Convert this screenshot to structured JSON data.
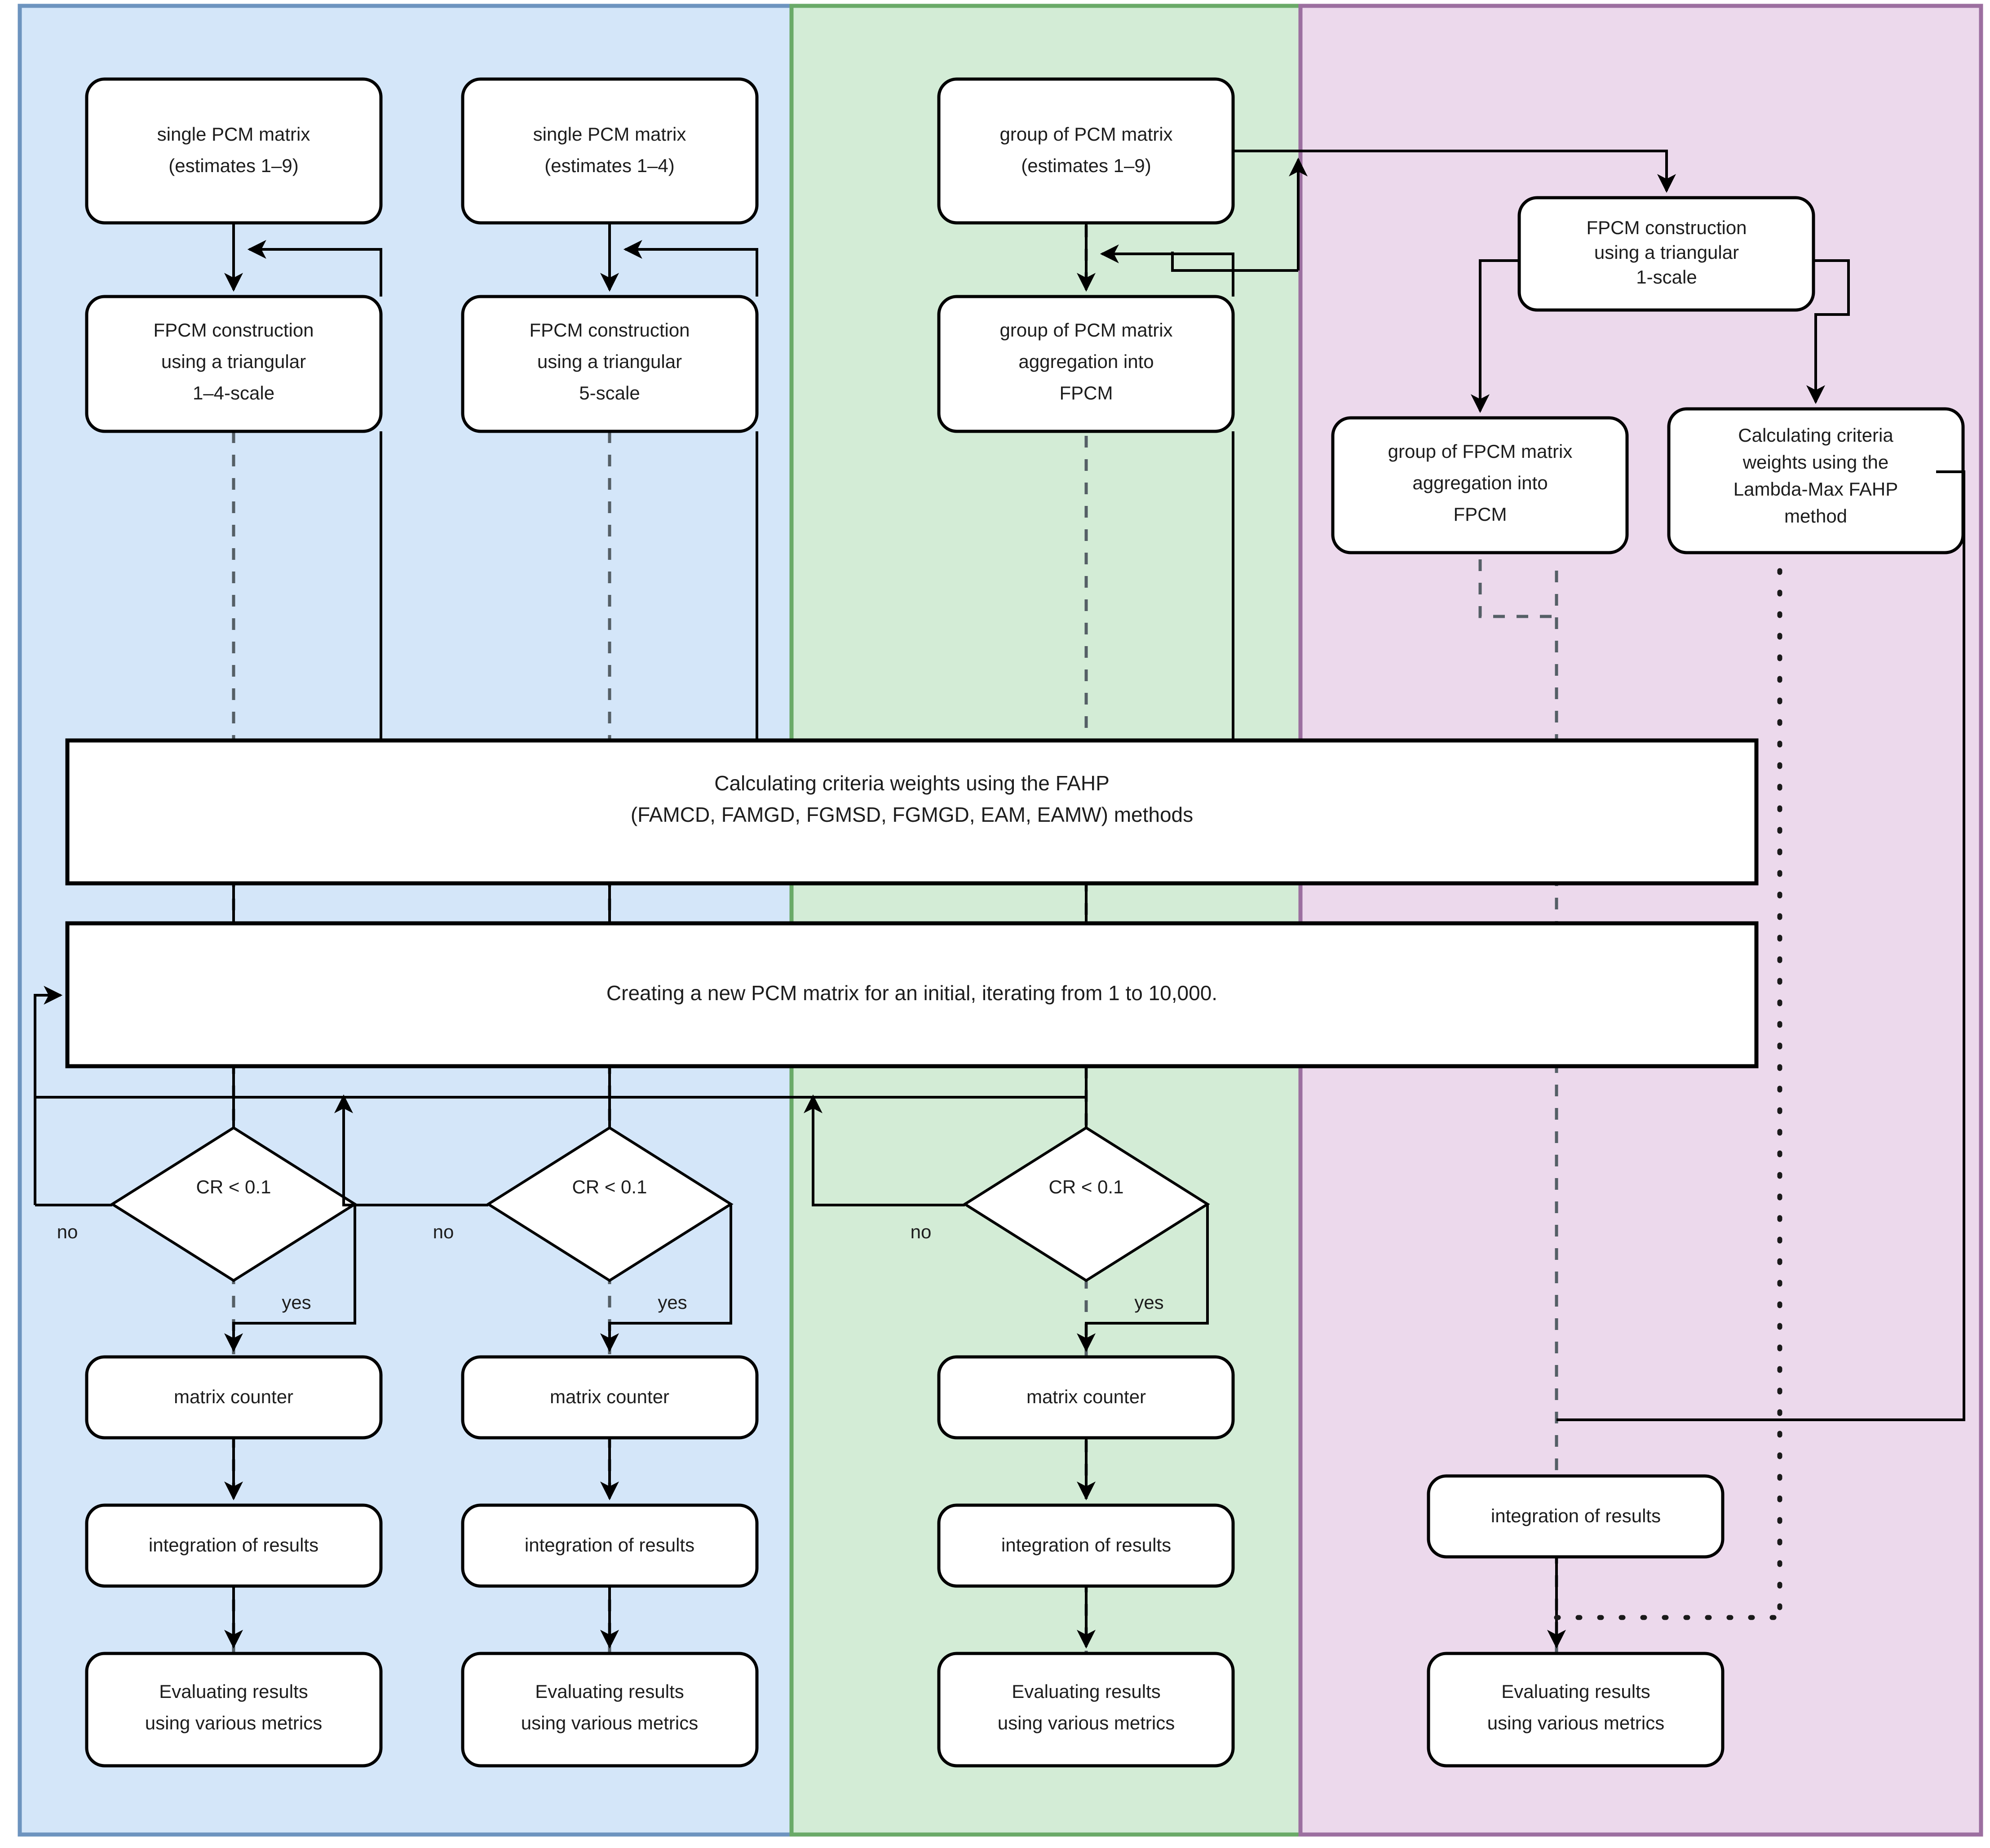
{
  "diagram": {
    "title": "FAHP methodology flowchart",
    "panels": [
      {
        "id": "blue",
        "name": "single-PCM-track",
        "fill": "#d4e6f9",
        "stroke": "#6d94bf"
      },
      {
        "id": "green",
        "name": "group-PCM-track",
        "fill": "#d3ecd6",
        "stroke": "#6aaa68"
      },
      {
        "id": "purple",
        "name": "lambda-max-track",
        "fill": "#ecd9ec",
        "stroke": "#9c6fa0"
      }
    ],
    "nodes": {
      "single_pcm_1_9": "single PCM matrix\n(estimates 1–9)",
      "single_pcm_1_4": "single PCM matrix\n(estimates 1–4)",
      "group_pcm_1_9": "group of PCM matrix\n(estimates 1–9)",
      "fpcm_tri_1_4": "FPCM construction\nusing a triangular\n1–4-scale",
      "fpcm_tri_5": "FPCM construction\nusing a triangular\n5-scale",
      "group_pcm_agg": "group of PCM matrix\naggregation into\nFPCM",
      "fpcm_tri_1": "FPCM construction\nusing a triangular\n1-scale",
      "group_fpcm_agg": "group of FPCM matrix\naggregation into\nFPCM",
      "lambda_max": "Calculating criteria\nweights using the\nLambda-Max FAHP\nmethod",
      "fahp_weights": "Calculating criteria weights using the FAHP\n(FAMCD, FAMGD, FGMSD, FGMGD, EAM, EAMW) methods",
      "new_pcm_iter": "Creating a new PCM matrix for an initial, iterating from 1 to 10,000.",
      "decision_cr": "CR < 0.1",
      "matrix_counter": "matrix counter",
      "integration_of_results": "integration of results",
      "evaluating_results": "Evaluating results\nusing various metrics"
    },
    "edge_labels": {
      "no": "no",
      "yes": "yes"
    },
    "text_lines": {
      "single_pcm_1_9": [
        "single PCM matrix",
        "(estimates 1–9)"
      ],
      "single_pcm_1_4": [
        "single PCM matrix",
        "(estimates 1–4)"
      ],
      "group_pcm_1_9": [
        "group of PCM matrix",
        "(estimates 1–9)"
      ],
      "fpcm_tri_1_4": [
        "FPCM construction",
        "using a triangular",
        "1–4-scale"
      ],
      "fpcm_tri_5": [
        "FPCM construction",
        "using a triangular",
        "5-scale"
      ],
      "group_pcm_agg": [
        "group of PCM matrix",
        "aggregation into",
        "FPCM"
      ],
      "fpcm_tri_1": [
        "FPCM construction",
        "using a triangular",
        "1-scale"
      ],
      "group_fpcm_agg": [
        "group of FPCM matrix",
        "aggregation into",
        "FPCM"
      ],
      "lambda_max": [
        "Calculating criteria",
        "weights using the",
        "Lambda-Max FAHP",
        "method"
      ],
      "fahp_weights": [
        "Calculating criteria weights using the FAHP",
        "(FAMCD, FAMGD, FGMSD, FGMGD, EAM, EAMW) methods"
      ],
      "new_pcm_iter": [
        "Creating a new PCM matrix for an initial, iterating from 1 to 10,000."
      ],
      "evaluating_results": [
        "Evaluating results",
        "using various metrics"
      ]
    }
  }
}
